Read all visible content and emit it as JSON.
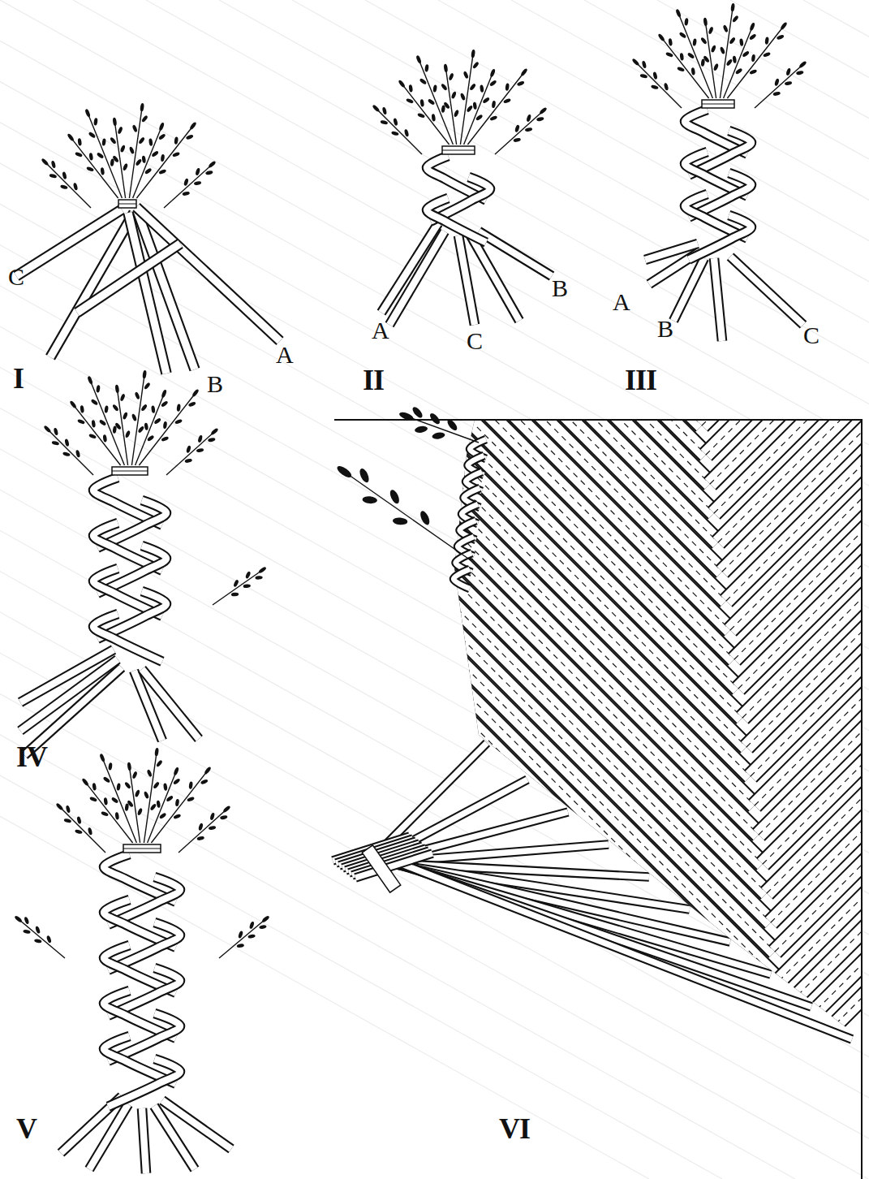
{
  "diagram": {
    "labels": [
      "C",
      "I",
      "B",
      "A",
      "A",
      "II",
      "C",
      "B",
      "A",
      "B",
      "C",
      "III",
      "IV",
      "V",
      "VI"
    ]
  }
}
